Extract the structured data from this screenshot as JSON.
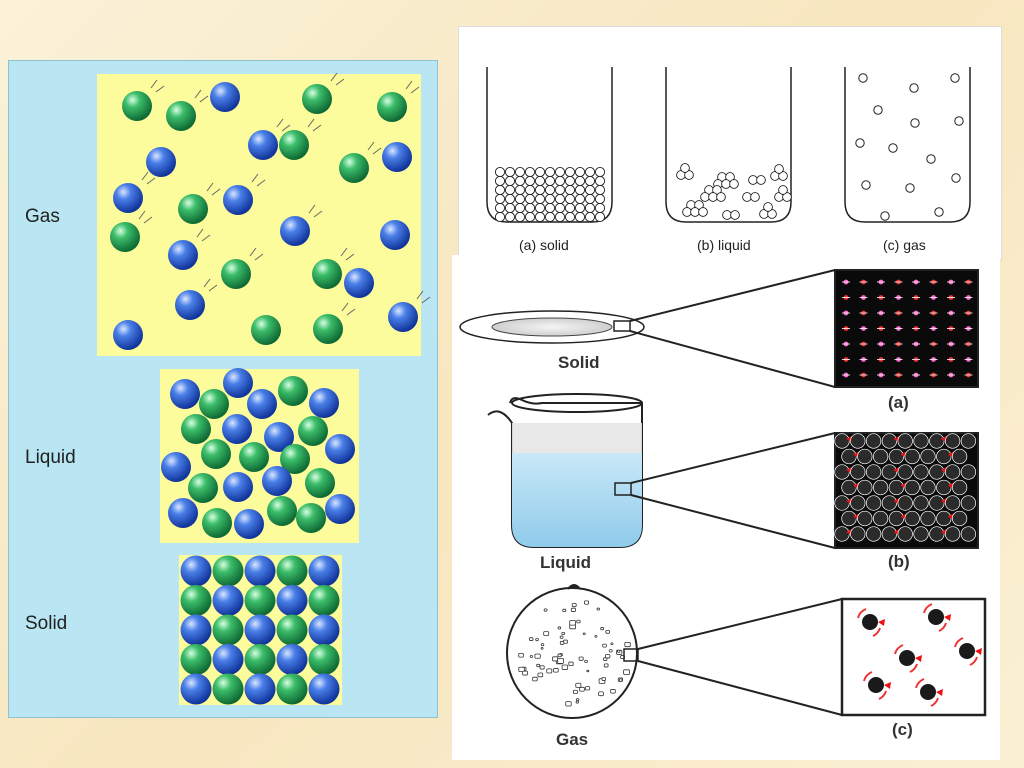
{
  "left_panel": {
    "labels": {
      "gas": "Gas",
      "liquid": "Liquid",
      "solid": "Solid"
    },
    "colors": {
      "background": "#b9e6f2",
      "box": "#fdfc9c",
      "blue_particle": "#2a62d6",
      "green_particle": "#2faa5a"
    }
  },
  "top_panel": {
    "captions": {
      "solid": "(a) solid",
      "liquid": "(b) liquid",
      "gas": "(c) gas"
    }
  },
  "bottom_panel": {
    "labels": {
      "solid": "Solid",
      "liquid": "Liquid",
      "gas": "Gas"
    },
    "captions": {
      "a": "(a)",
      "b": "(b)",
      "c": "(c)"
    }
  }
}
